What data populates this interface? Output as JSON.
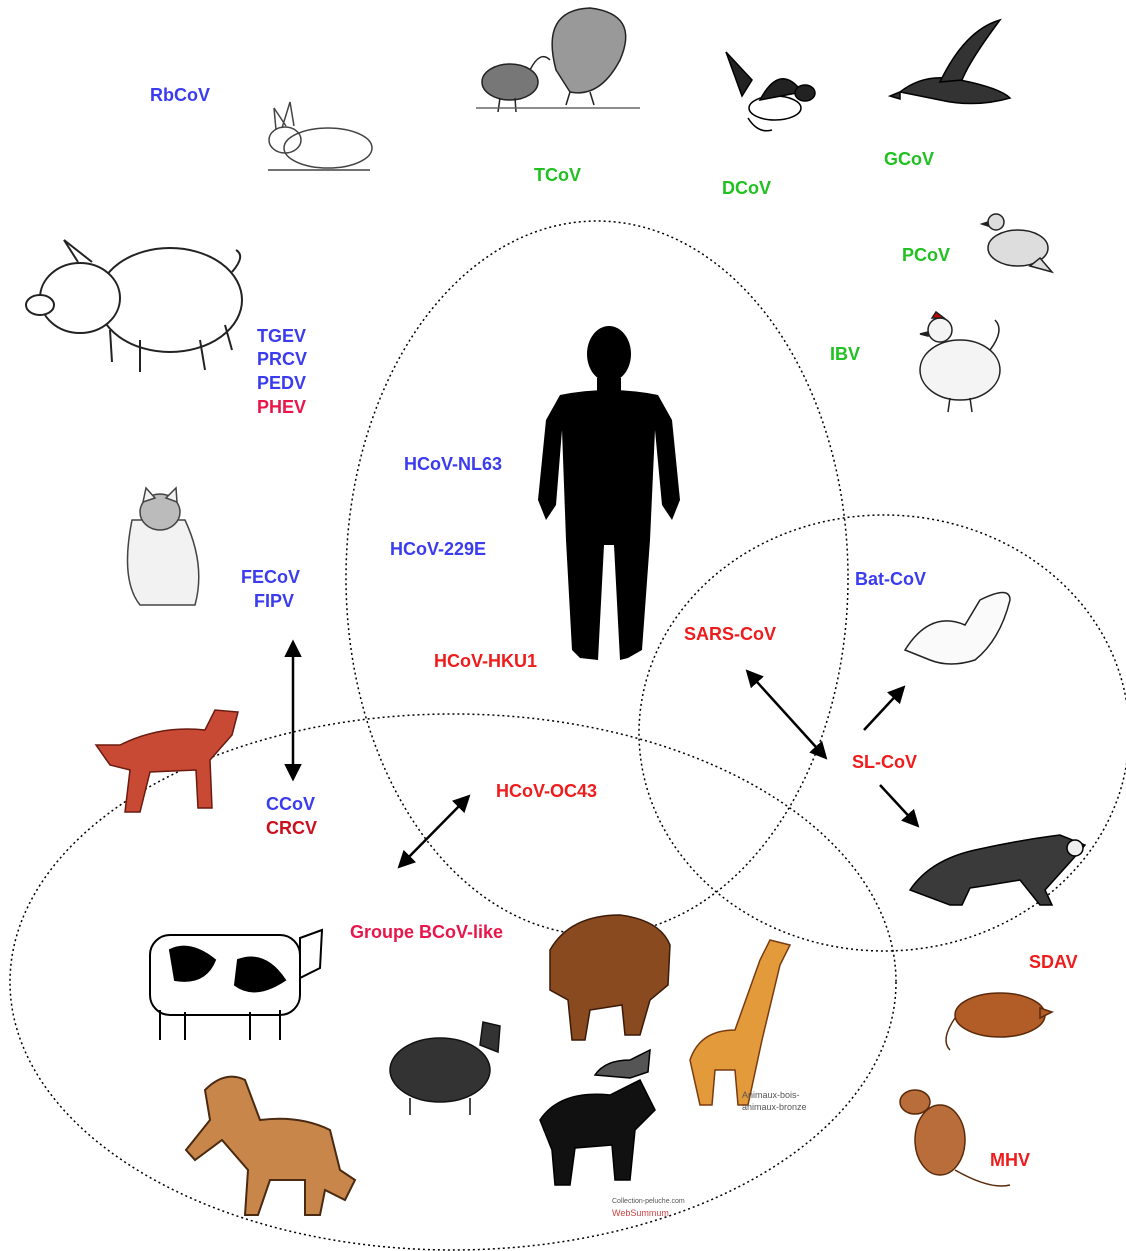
{
  "labels": {
    "rbcov": "RbCoV",
    "tcov": "TCoV",
    "dcov": "DCoV",
    "gcov": "GCoV",
    "pcov": "PCoV",
    "ibv": "IBV",
    "tgev": "TGEV",
    "prcv": "PRCV",
    "pedv": "PEDV",
    "phev": "PHEV",
    "hcov_nl63": "HCoV-NL63",
    "hcov_229e": "HCoV-229E",
    "hcov_hku1": "HCoV-HKU1",
    "fecov": "FECoV",
    "fipv": "FIPV",
    "ccov": "CCoV",
    "crcv": "CRCV",
    "hcov_oc43": "HCoV-OC43",
    "sars_cov": "SARS-CoV",
    "bat_cov": "Bat-CoV",
    "sl_cov": "SL-CoV",
    "groupe_bcov": "Groupe BCoV-like",
    "sdav": "SDAV",
    "mhv": "MHV"
  },
  "watermarks": {
    "animaux_line1": "Animaux-bois-",
    "animaux_line2": "animaux-bronze",
    "collection": "Collection-peluche.com",
    "websummum": "WebSummum"
  },
  "colors": {
    "alphacoronavirus_blue": "#3b3bef",
    "gammacoronavirus_green": "#21c121",
    "betacoronavirus_red": "#ee1c1c",
    "bcov_crimson": "#e8164a"
  }
}
